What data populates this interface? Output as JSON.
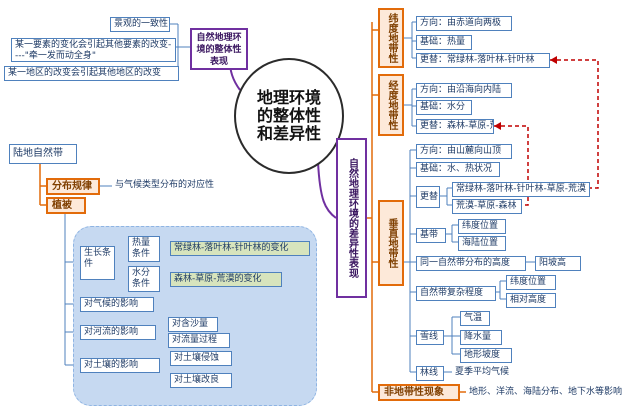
{
  "center": {
    "title": "地理环境的整体性和差异性"
  },
  "left_top": {
    "main": "自然地理环境的整体性表现",
    "items": [
      "景观的一致性",
      "某一要素的变化会引起其他要素的改变----\"牵一发而动全身\"",
      "某一地区的改变会引起其他地区的改变"
    ]
  },
  "left_bottom": {
    "root": "陆地自然带",
    "distribution": "分布规律",
    "distribution_note": "与气候类型分布的对应性",
    "vegetation": "植被",
    "growth_conditions": "生长条件",
    "heat": "热量条件",
    "heat_note": "常绿林-落叶林-针叶林的变化",
    "water": "水分条件",
    "water_note": "森林-草原-荒漠的变化",
    "climate_effect": "对气候的影响",
    "river_effect": "对河流的影响",
    "river_items": [
      "对含沙量",
      "对流量过程"
    ],
    "soil_effect": "对土壤的影响",
    "soil_items": [
      "对土壤侵蚀",
      "对土壤改良"
    ]
  },
  "right": {
    "main": "自然地理环境的差异性表现",
    "latitudinal": {
      "label": "纬度地带性",
      "direction": "方向：由赤道向两极",
      "basis": "基础：热量",
      "change": "更替：常绿林-落叶林-针叶林"
    },
    "longitudinal": {
      "label": "经度地带性",
      "direction": "方向：由沿海向内陆",
      "basis": "基础：水分",
      "change": "更替：森林-草原-荒漠"
    },
    "vertical": {
      "label": "垂直地带性",
      "direction": "方向：由山麓向山顶",
      "basis": "基础：水、热状况",
      "change_label": "更替",
      "change_items": [
        "常绿林-落叶林-针叶林-草原-荒漠",
        "荒漠-草原-森林"
      ],
      "baseband": "基带",
      "baseband_items": [
        "纬度位置",
        "海陆位置"
      ],
      "same_zone": "同一自然带分布的高度",
      "same_zone_note": "阳坡高",
      "complexity": "自然带复杂程度",
      "complexity_items": [
        "纬度位置",
        "相对高度"
      ],
      "snowline": "雪线",
      "snowline_items": [
        "气温",
        "降水量",
        "地形坡度"
      ],
      "treeline": "林线",
      "treeline_note": "夏季平均气候"
    },
    "azonal": {
      "label": "非地带性现象",
      "note": "地形、洋流、海陆分布、地下水等影响"
    }
  }
}
